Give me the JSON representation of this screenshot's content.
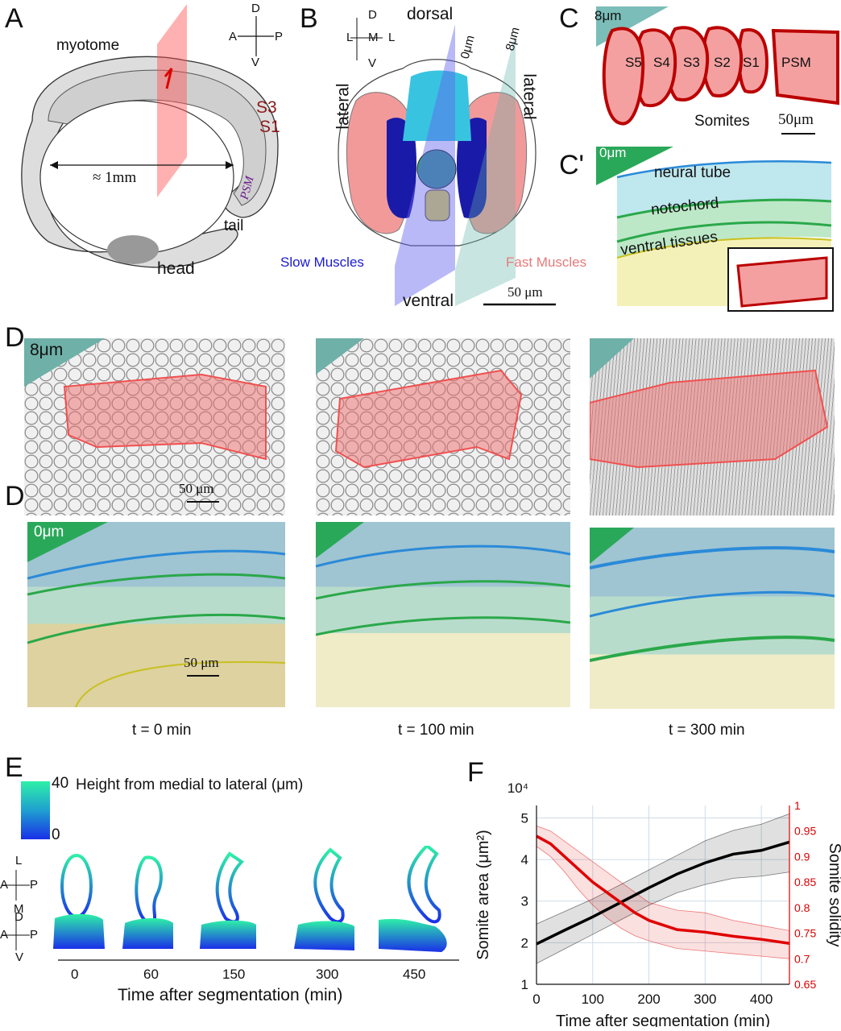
{
  "panel_labels": {
    "A": "A",
    "B": "B",
    "C": "C",
    "Cp": "C'",
    "D": "D",
    "Dp": "D'",
    "E": "E",
    "F": "F"
  },
  "panelA": {
    "myotome": "myotome",
    "s3": "S3",
    "s1": "S1",
    "psm": "PSM",
    "length": "≈ 1mm",
    "tail": "tail",
    "head": "head",
    "axes": {
      "d": "D",
      "a": "A",
      "p": "P",
      "v": "V"
    }
  },
  "panelB": {
    "dorsal": "dorsal",
    "ventral": "ventral",
    "lateral_left": "lateral",
    "lateral_right": "lateral",
    "depth0": "0μm",
    "depth8": "8μm",
    "slow": "Slow Muscles",
    "fast": "Fast Muscles",
    "scale": "50 μm",
    "axes": {
      "d": "D",
      "l": "L",
      "m": "M",
      "v": "V"
    }
  },
  "panelC": {
    "depth": "8μm",
    "somites": [
      "S5",
      "S4",
      "S3",
      "S2",
      "S1",
      "PSM"
    ],
    "caption": "Somites",
    "scale": "50μm"
  },
  "panelCp": {
    "depth": "0μm",
    "neural": "neural tube",
    "notochord": "notochord",
    "ventral": "ventral tissues"
  },
  "panelD": {
    "depth": "8μm",
    "depth0": "0μm",
    "scale1": "50 μm",
    "scale2": "50 μm",
    "times": [
      "t = 0 min",
      "t = 100 min",
      "t = 300 min"
    ]
  },
  "panelE": {
    "colorbar_title": "Height from medial to lateral (μm)",
    "cb_max": "40",
    "cb_min": "0",
    "axes_top": {
      "l": "L",
      "a": "A",
      "p": "P",
      "m": "M"
    },
    "axes_bottom": {
      "d": "D",
      "a": "A",
      "p": "P",
      "v": "V"
    },
    "ticks": [
      "0",
      "60",
      "150",
      "300",
      "450"
    ],
    "xlabel": "Time after segmentation (min)",
    "colors": {
      "low": "#1a2fe8",
      "high": "#2ef0a8"
    }
  },
  "chart_data": {
    "type": "line",
    "xlabel": "Time after segmentation (min)",
    "ylabel_left": "Somite area (μm²)",
    "ylabel_right": "Somite solidity",
    "left_multiplier": "10⁴",
    "xlim": [
      0,
      450
    ],
    "xticks": [
      0,
      100,
      200,
      300,
      400
    ],
    "ylim_left": [
      1,
      5.3
    ],
    "yticks_left": [
      1,
      2,
      3,
      4,
      5
    ],
    "ylim_right": [
      0.65,
      1.0
    ],
    "yticks_right": [
      0.65,
      0.7,
      0.75,
      0.8,
      0.85,
      0.9,
      0.95,
      1
    ],
    "series": [
      {
        "axis": "left",
        "color": "#000000",
        "x": [
          0,
          50,
          100,
          150,
          200,
          250,
          300,
          350,
          400,
          450
        ],
        "y": [
          1.97,
          2.3,
          2.62,
          2.97,
          3.32,
          3.65,
          3.92,
          4.13,
          4.22,
          4.42
        ],
        "lower": [
          1.5,
          1.85,
          2.2,
          2.55,
          2.9,
          3.2,
          3.4,
          3.55,
          3.6,
          3.7
        ],
        "upper": [
          2.45,
          2.75,
          3.05,
          3.4,
          3.75,
          4.1,
          4.45,
          4.7,
          4.85,
          5.1
        ]
      },
      {
        "axis": "right",
        "color": "#e00000",
        "x": [
          0,
          25,
          50,
          75,
          100,
          125,
          150,
          175,
          200,
          250,
          300,
          350,
          400,
          450
        ],
        "y": [
          0.94,
          0.925,
          0.9,
          0.875,
          0.85,
          0.83,
          0.81,
          0.79,
          0.775,
          0.757,
          0.752,
          0.744,
          0.738,
          0.73
        ],
        "lower": [
          0.92,
          0.9,
          0.87,
          0.835,
          0.805,
          0.78,
          0.76,
          0.745,
          0.735,
          0.72,
          0.715,
          0.71,
          0.705,
          0.7
        ],
        "upper": [
          0.96,
          0.95,
          0.93,
          0.91,
          0.89,
          0.87,
          0.85,
          0.83,
          0.81,
          0.795,
          0.79,
          0.775,
          0.765,
          0.755
        ]
      }
    ]
  }
}
